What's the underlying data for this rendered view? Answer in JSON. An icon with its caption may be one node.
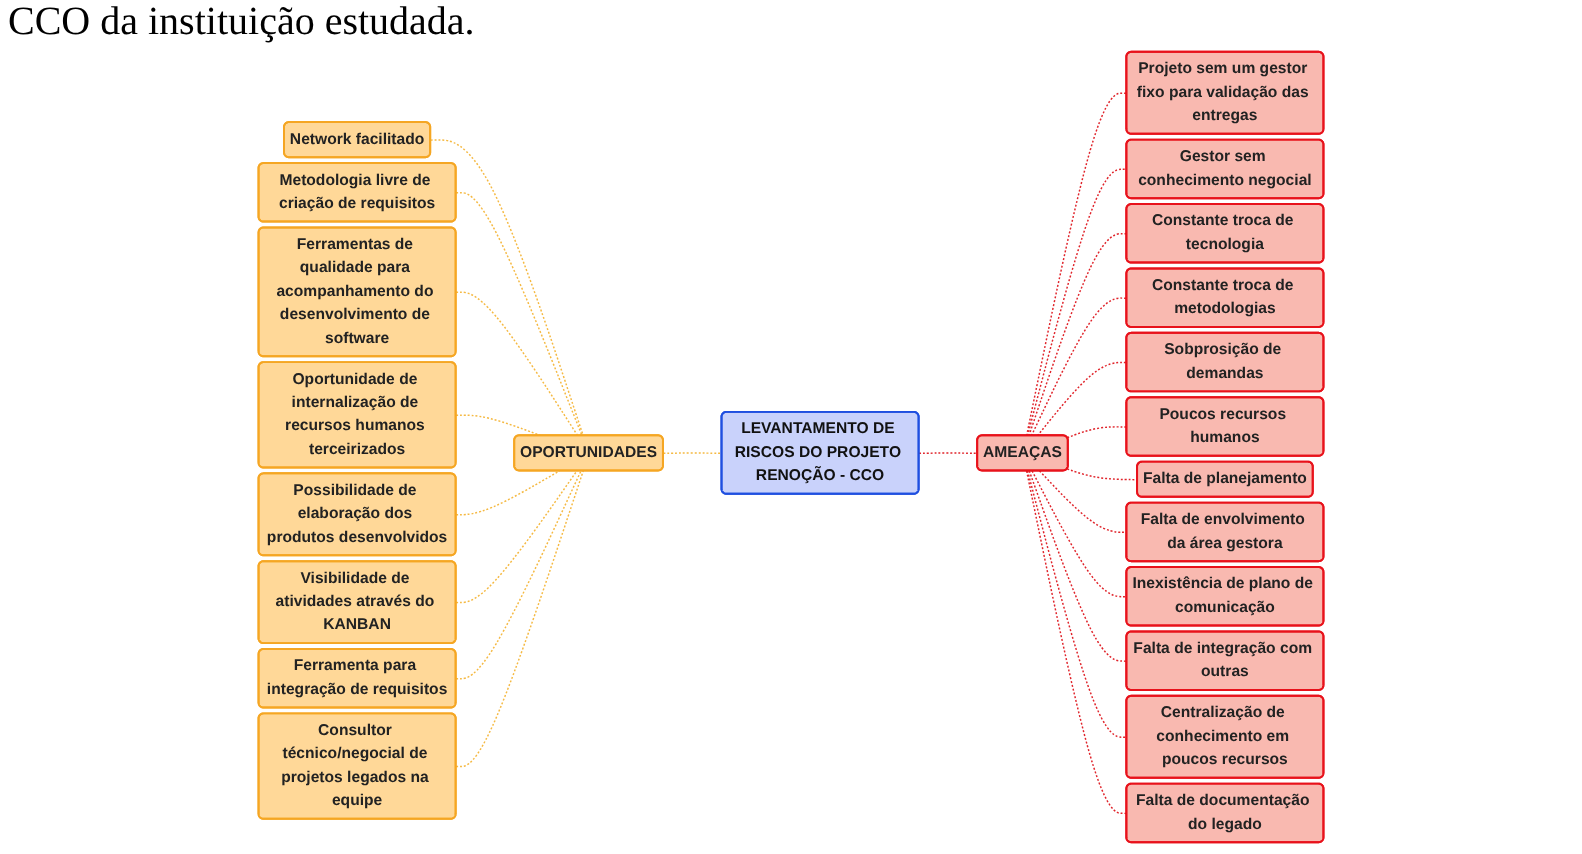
{
  "diagram": {
    "nodes": [
      {
        "text": [
          "LEVANTAMENTO DE RISCOS DO PROJETO RENOÇÃO - CCO"
        ]
      },
      {
        "text": [
          "OPORTUNIDADES"
        ]
      },
      {
        "text": [
          "Network facilitado"
        ]
      },
      {
        "text": [
          "Metodologia livre de criação de requisitos"
        ]
      },
      {
        "text": [
          "Ferramentas de qualidade para acompanhamento do desenvolvimento de software"
        ]
      },
      {
        "text": [
          "Oportunidade de internalização de recursos humanos terceirizados"
        ]
      },
      {
        "text": [
          "Possibilidade de elaboração dos produtos desenvolvidos"
        ]
      },
      {
        "text": [
          "Visibilidade de atividades através do KANBAN"
        ]
      },
      {
        "text": [
          "Ferramenta para integração de requisitos"
        ]
      },
      {
        "text": [
          "Consultor técnico/negocial de projetos legados na equipe"
        ]
      },
      {
        "text": [
          "AMEAÇAS"
        ]
      },
      {
        "text": [
          "Projeto sem um gestor fixo para validação das entregas"
        ]
      },
      {
        "text": [
          "Gestor sem conhecimento negocial"
        ]
      },
      {
        "text": [
          "Constante troca de tecnologia"
        ]
      },
      {
        "text": [
          "Constante troca de metodologias"
        ]
      },
      {
        "text": [
          "Sobprosição de demandas"
        ]
      },
      {
        "text": [
          "Poucos recursos humanos"
        ]
      },
      {
        "text": [
          "Falta de planejamento"
        ]
      },
      {
        "text": [
          "Falta de envolvimento da área gestora"
        ]
      },
      {
        "text": [
          "Inexistência de plano de comunicação"
        ]
      },
      {
        "text": [
          "Falta de integração com outras"
        ]
      },
      {
        "text": [
          "Centralização de conhecimento em poucos recursos"
        ]
      },
      {
        "text": [
          "Falta de documentação do legado"
        ]
      }
    ],
    "edges": [
      {
        "from": 0,
        "to": 1,
        "arrow": "none",
        "style": "dashed",
        "color": "#f5b942"
      },
      {
        "from": 1,
        "to": 2,
        "arrow": "none",
        "style": "dashed",
        "color": "#f5b942"
      },
      {
        "from": 1,
        "to": 3,
        "arrow": "none",
        "style": "dashed",
        "color": "#f5b942"
      },
      {
        "from": 1,
        "to": 4,
        "arrow": "none",
        "style": "dashed",
        "color": "#f5b942"
      },
      {
        "from": 1,
        "to": 5,
        "arrow": "none",
        "style": "dashed",
        "color": "#f5b942"
      },
      {
        "from": 1,
        "to": 6,
        "arrow": "none",
        "style": "dashed",
        "color": "#f5b942"
      },
      {
        "from": 1,
        "to": 7,
        "arrow": "none",
        "style": "dashed",
        "color": "#f5b942"
      },
      {
        "from": 1,
        "to": 8,
        "arrow": "none",
        "style": "dashed",
        "color": "#f5b942"
      },
      {
        "from": 1,
        "to": 9,
        "arrow": "none",
        "style": "dashed",
        "color": "#f5b942"
      },
      {
        "from": 0,
        "to": 10,
        "arrow": "none",
        "style": "dashed",
        "color": "#e0242b"
      },
      {
        "from": 10,
        "to": 11,
        "arrow": "none",
        "style": "dashed",
        "color": "#e0242b"
      },
      {
        "from": 10,
        "to": 12,
        "arrow": "none",
        "style": "dashed",
        "color": "#e0242b"
      },
      {
        "from": 10,
        "to": 13,
        "arrow": "none",
        "style": "dashed",
        "color": "#e0242b"
      },
      {
        "from": 10,
        "to": 14,
        "arrow": "none",
        "style": "dashed",
        "color": "#e0242b"
      },
      {
        "from": 10,
        "to": 15,
        "arrow": "none",
        "style": "dashed",
        "color": "#e0242b"
      },
      {
        "from": 10,
        "to": 16,
        "arrow": "none",
        "style": "dashed",
        "color": "#e0242b"
      },
      {
        "from": 10,
        "to": 17,
        "arrow": "none",
        "style": "dashed",
        "color": "#e0242b"
      },
      {
        "from": 10,
        "to": 18,
        "arrow": "none",
        "style": "dashed",
        "color": "#e0242b"
      },
      {
        "from": 10,
        "to": 19,
        "arrow": "none",
        "style": "dashed",
        "color": "#e0242b"
      },
      {
        "from": 10,
        "to": 20,
        "arrow": "none",
        "style": "dashed",
        "color": "#e0242b"
      },
      {
        "from": 10,
        "to": 21,
        "arrow": "none",
        "style": "dashed",
        "color": "#e0242b"
      },
      {
        "from": 10,
        "to": 22,
        "arrow": "none",
        "style": "dashed",
        "color": "#e0242b"
      }
    ],
    "labels": [
      "CCO da instituição estudada."
    ]
  }
}
